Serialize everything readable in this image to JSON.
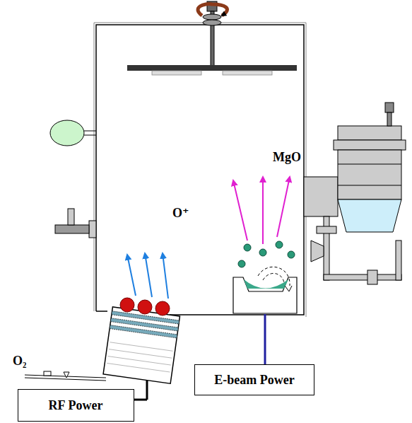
{
  "diagram": {
    "nodes": [
      {
        "text": [
          "RF Power"
        ]
      },
      {
        "text": [
          "E-beam Power"
        ]
      }
    ],
    "labels": [
      "O⁺",
      "MgO",
      "O₂"
    ]
  }
}
